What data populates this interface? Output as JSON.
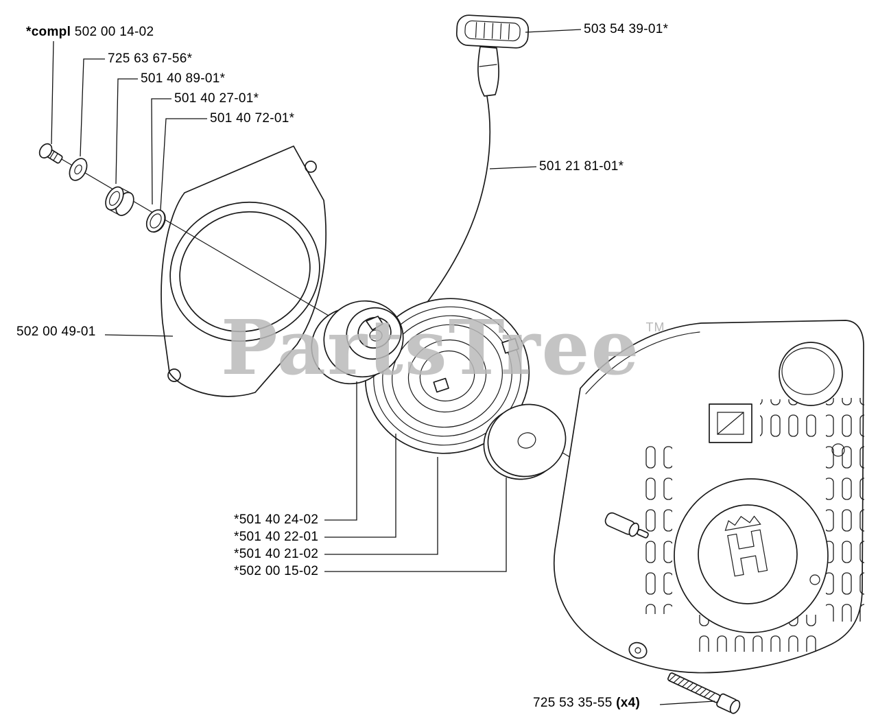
{
  "colors": {
    "line": "#1a1a1a",
    "watermark": "#bababa",
    "background": "#ffffff"
  },
  "watermark": {
    "text": "PartsTree",
    "tm": "TM"
  },
  "labels": {
    "compl": {
      "bold": "*compl",
      "text": " 502 00 14-02"
    },
    "l7256367": {
      "text": "725 63 67-56*"
    },
    "l5014089": {
      "text": "501 40 89-01*"
    },
    "l5014027": {
      "text": "501 40 27-01*"
    },
    "l5014072": {
      "text": "501 40 72-01*"
    },
    "l5035439": {
      "text": "503 54 39-01*"
    },
    "l5012181": {
      "text": "501 21 81-01*"
    },
    "l5020049": {
      "text": "502 00 49-01"
    },
    "l5014024": {
      "text": "*501 40 24-02"
    },
    "l5014022": {
      "text": "*501 40 22-01"
    },
    "l5014021": {
      "text": "*501 40 21-02"
    },
    "l5020015": {
      "text": "*502 00 15-02"
    },
    "l7255335": {
      "text": "725 53 35-55 ",
      "bold": "(x4)"
    }
  }
}
